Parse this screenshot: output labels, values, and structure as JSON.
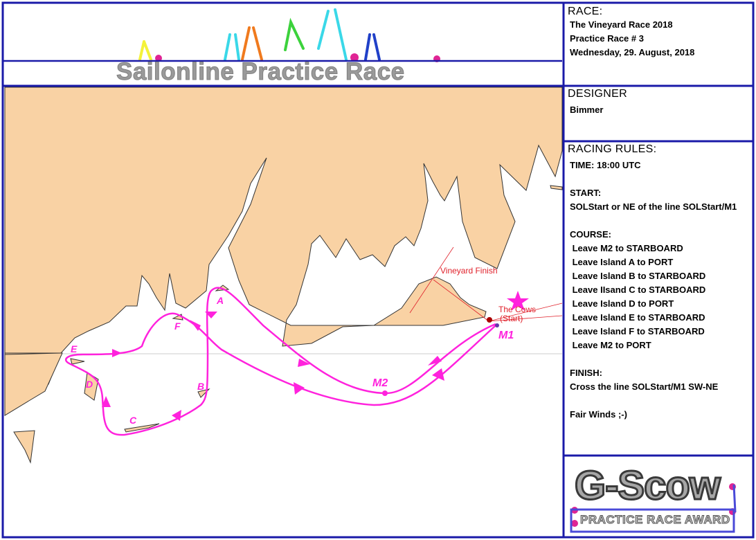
{
  "header": {
    "title": "Sailonline Practice Race"
  },
  "race": {
    "heading": "RACE:",
    "name": "The Vineyard Race 2018",
    "number": "Practice Race # 3",
    "date": "Wednesday, 29. August, 2018"
  },
  "designer": {
    "heading": "DESIGNER",
    "name": "Bimmer"
  },
  "rules": {
    "heading": "RACING RULES:",
    "lines": [
      "TIME: 18:00 UTC",
      "",
      "START:",
      "SOLStart or NE of the line SOLStart/M1",
      "",
      "COURSE:",
      " Leave M2 to STARBOARD",
      " Leave Island A to PORT",
      " Leave Island B to STARBOARD",
      " Leave IIsand C to STARBOARD",
      " Leave Island D to PORT",
      " Leave Island E to STARBOARD",
      " Leave Island F to STARBOARD",
      " Leave M2 to PORT",
      "",
      "FINISH:",
      "Cross the line SOLStart/M1 SW-NE",
      "",
      "Fair Winds ;-)"
    ]
  },
  "map": {
    "labels": {
      "A": "A",
      "B": "B",
      "C": "C",
      "D": "D",
      "E": "E",
      "F": "F",
      "M1": "M1",
      "M2": "M2",
      "finish": "Vineyard Finish",
      "start_a": "The Cows",
      "start_b": "(Start)"
    },
    "colors": {
      "land": "#f9d2a4",
      "course": "#ff22dd",
      "border": "#1a1aa8",
      "annotation": "#e0202a"
    }
  },
  "logo": {
    "title": "G-Scow",
    "subtitle": "PRACTICE RACE AWARD"
  }
}
